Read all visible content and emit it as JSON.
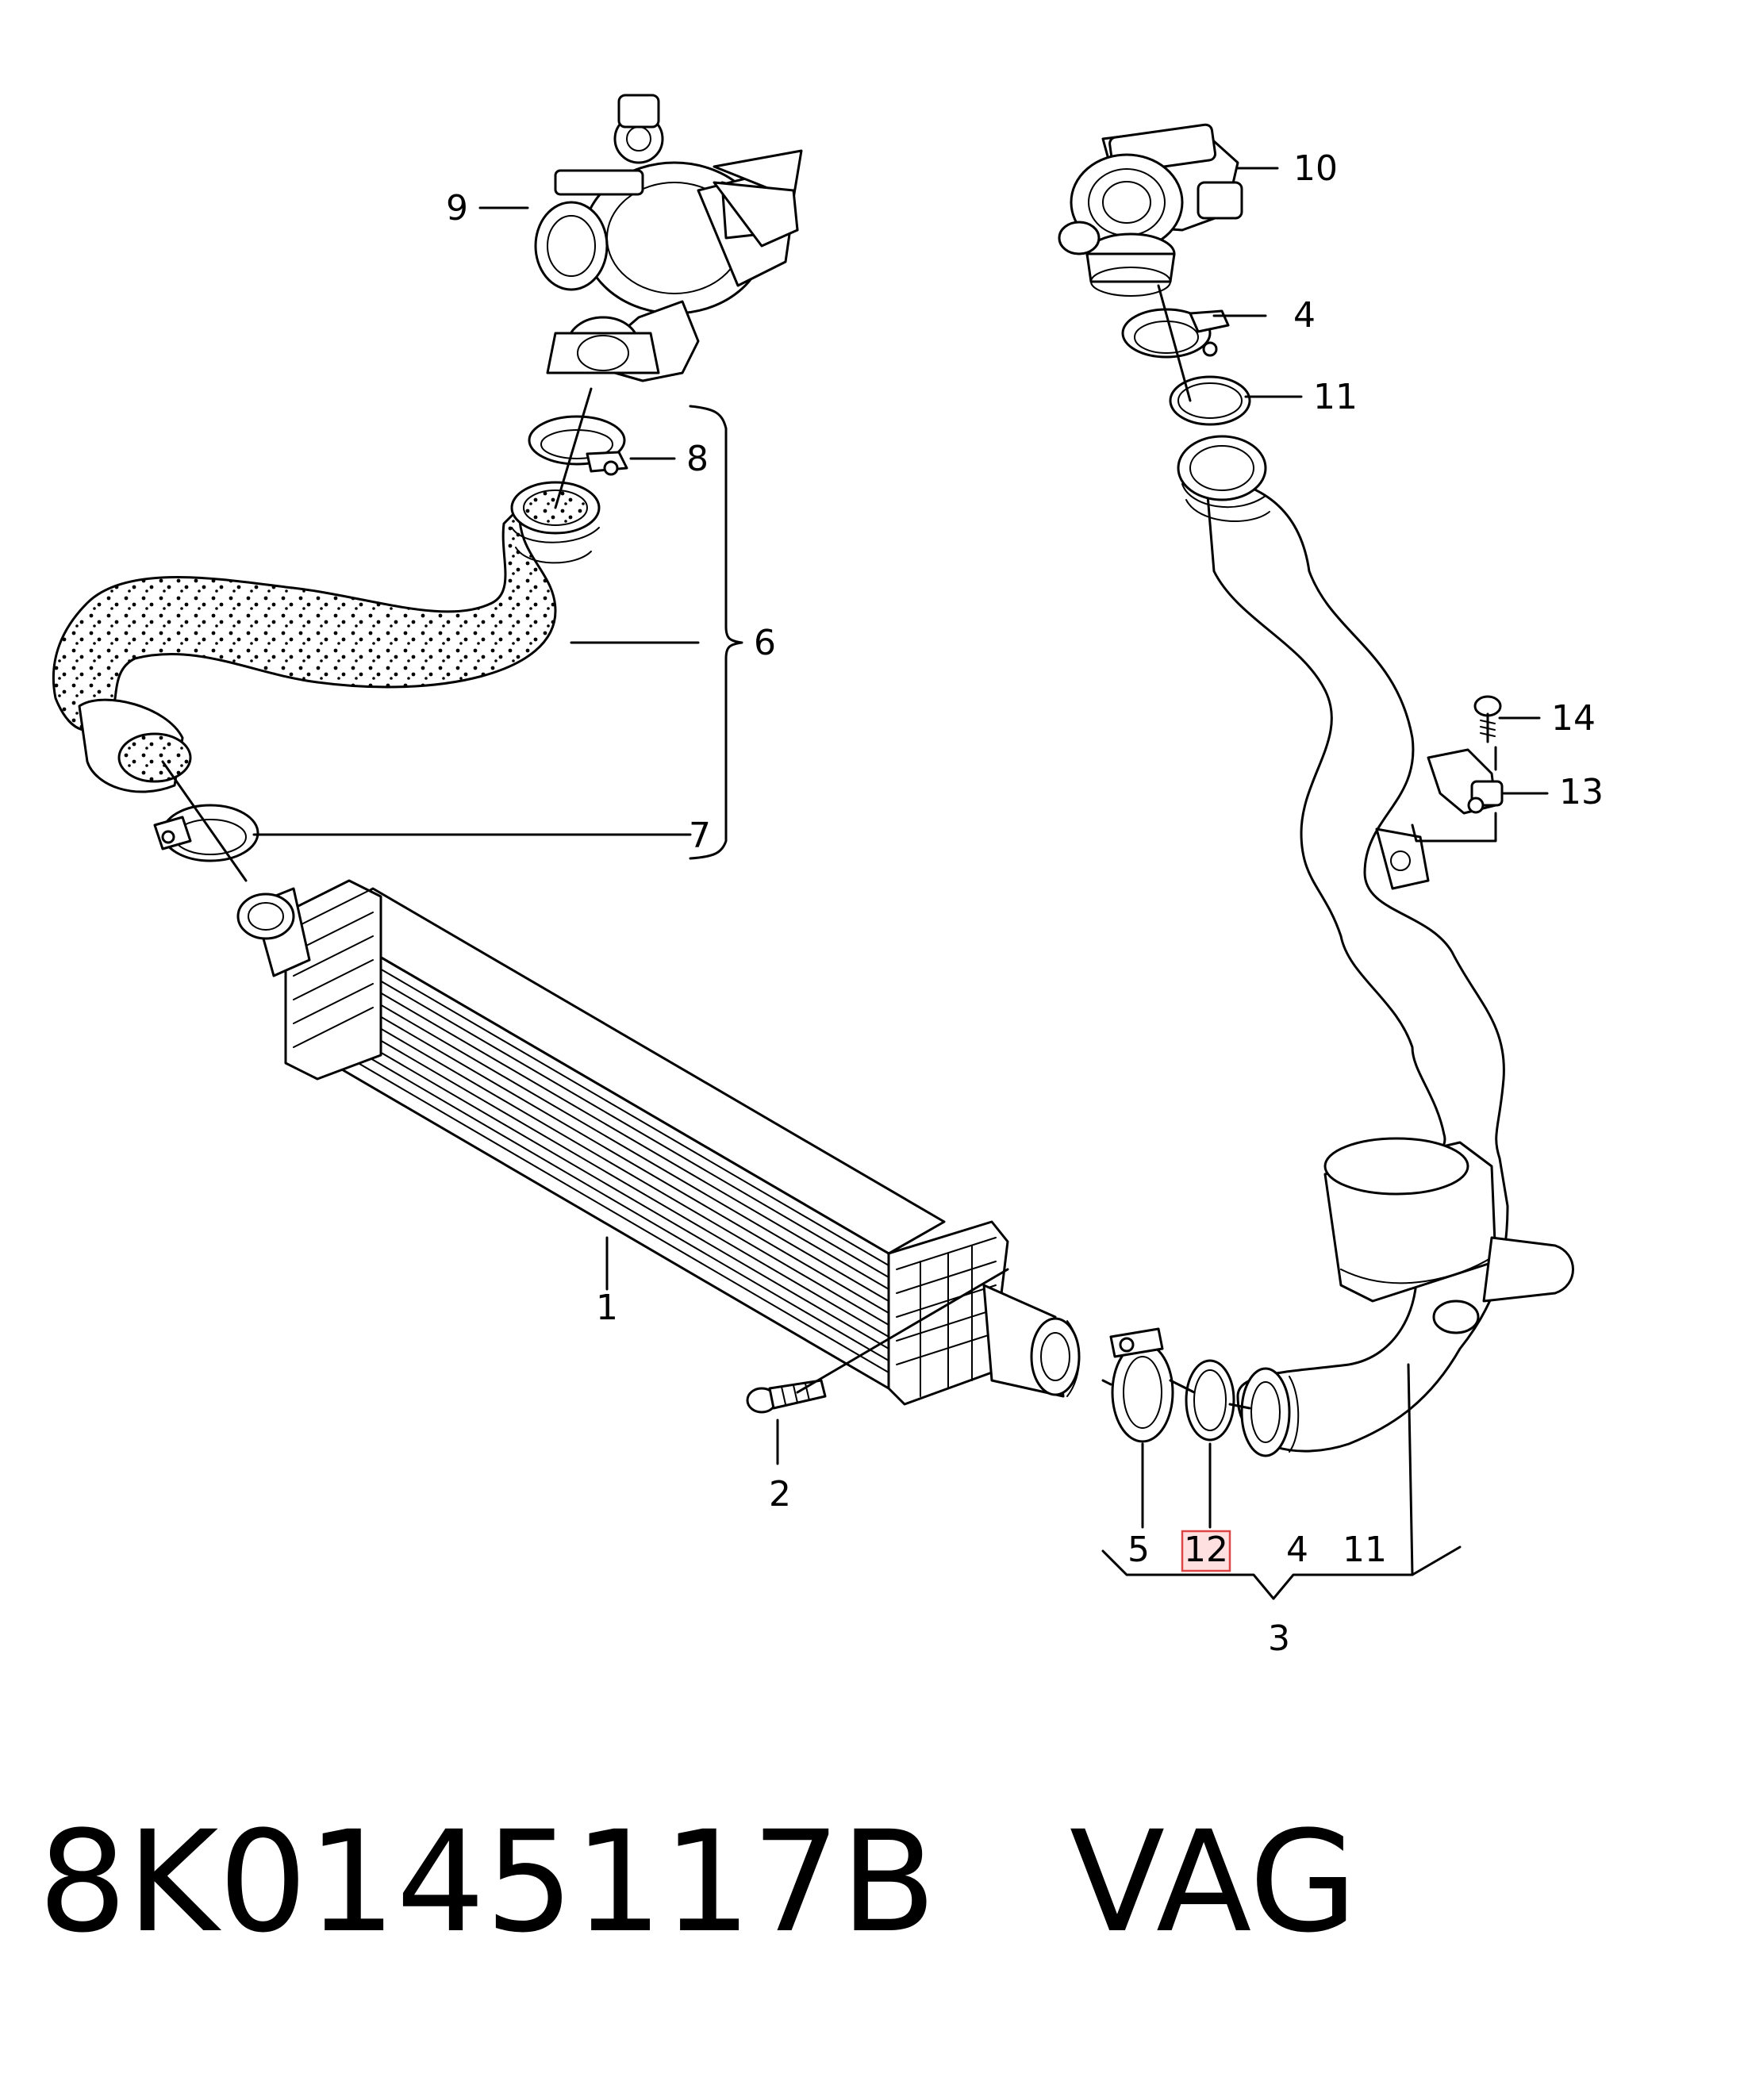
{
  "callouts": {
    "c1": "1",
    "c2": "2",
    "c3": "3",
    "c4_top": "4",
    "c4_bottom": "4",
    "c5": "5",
    "c6": "6",
    "c7": "7",
    "c8": "8",
    "c9": "9",
    "c10": "10",
    "c11_top": "11",
    "c11_bottom": "11",
    "c12": "12",
    "c13": "13",
    "c14": "14"
  },
  "highlighted_callout": "12",
  "highlight_color": "#d44444",
  "part_number": "8K0145117B",
  "brand": "VAG"
}
